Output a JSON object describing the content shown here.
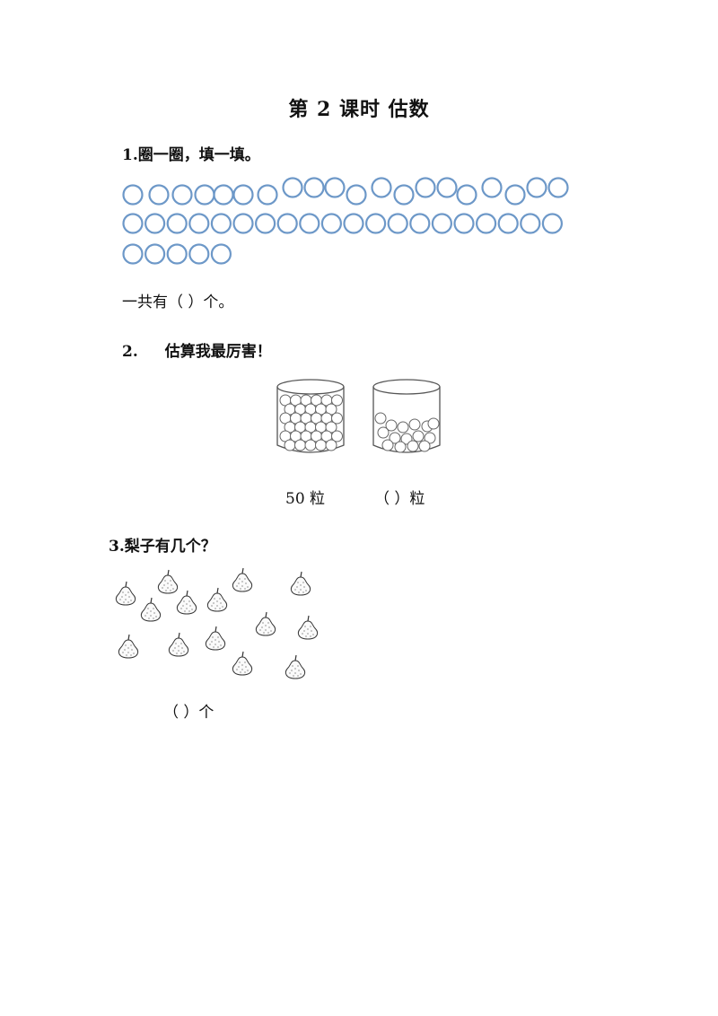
{
  "title": "第 2 课时  估数",
  "q1": {
    "heading": "1.圈一圈，填一填。",
    "answer_line": "一共有（      ）个。",
    "circle_color": "#6d98c8",
    "circle_rows": [
      20,
      20,
      5
    ]
  },
  "q2": {
    "number": "2.",
    "heading": "估算我最厉害！",
    "left_jar_label": "50 粒",
    "right_jar_label": "（    ）粒"
  },
  "q3": {
    "heading": "3.梨子有几个？",
    "answer_line": "（      ）个"
  }
}
